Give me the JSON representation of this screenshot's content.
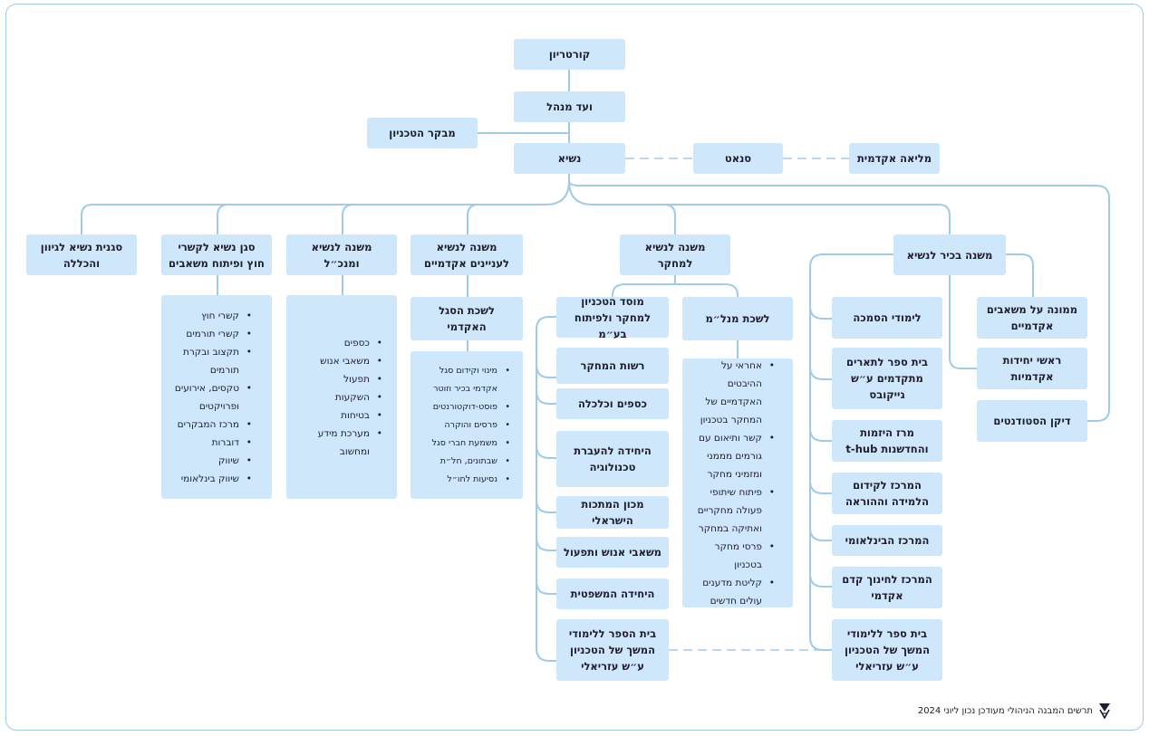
{
  "top": {
    "board": "קורטריון",
    "council": "ועד מנהל",
    "auditor": "מבקר הטכניון",
    "president": "נשיא",
    "senate": "סנאט",
    "plenum": "מליאה אקדמית"
  },
  "senior_vp": {
    "title": "משנה בכיר לנשיא",
    "side": [
      "ממונה על משאבים אקדמיים",
      "ראשי יחידות אקדמיות",
      "דיקן הסטודנטים"
    ],
    "units": [
      "לימודי הסמכה",
      "בית ספר לתארים מתקדמים ע״ש גייקובס",
      "מרז היזמות והחדשנות t-hub",
      "המרכז לקידום הלמידה וההוראה",
      "המרכז הבינלאומי",
      "המרכז לחינוך קדם אקדמי",
      "בית ספר ללימודי המשך של הטכניון ע״ש עזריאלי"
    ]
  },
  "vp_research": {
    "title": "משנה לנשיא למחקר",
    "office": "לשכת מנל״מ",
    "office_items": [
      "אחראי על ההיבטים האקדמיים של המחקר בטכניון",
      "קשר ותיאום עם גורמים מממני ומזמיני מחקר",
      "פיתוח שיתופי פעולה מחקריים ואתיקה במחקר",
      "פרסי מחקר בטכניון",
      "קליטת מדענים עולים חדשים"
    ],
    "foundation": "מוסד הטכניון למחקר ולפיתוח בע״מ",
    "foundation_units": [
      "רשות המחקר",
      "כספים וכלכלה",
      "היחידה להעברת טכנולוגיה",
      "מכון המתכות הישראלי",
      "משאבי אנוש ותפעול",
      "היחידה המשפטית",
      "בית הספר ללימודי המשך של הטכניון ע״ש עזריאלי"
    ]
  },
  "vp_academic": {
    "title": "משנה לנשיא לעניינים אקדמיים",
    "office": "לשכת הסגל האקדמי",
    "items": [
      "מינוי וקידום סגל אקדמי בכיר וזוטר",
      "פוסט-דוקטורנטים",
      "פרסים והוקרה",
      "משמעת חברי סגל",
      "שבתונים, חל״ת",
      "נסיעות לחו״ל"
    ]
  },
  "vp_admin": {
    "title": "משנה לנשיא ומנכ״ל",
    "items": [
      "כספים",
      "משאבי אנוש",
      "תפעול",
      "השקעות",
      "בטיחות",
      "מערכת מידע ומחשוב"
    ]
  },
  "deputy_external": {
    "title": "סגן נשיא לקשרי חוץ ופיתוח משאבים",
    "items": [
      "קשרי חוץ",
      "קשרי תורמים",
      "תקצוב ובקרת תורמים",
      "טקסים, אירועים ופרויקטים",
      "מרכז המבקרים",
      "דוברות",
      "שיווק",
      "שיווק בינלאומי"
    ]
  },
  "deputy_diversity": {
    "title": "סגנית נשיא לגיוון והכללה"
  },
  "footer": {
    "text": "תרשים המבנה הניהולי מעודכן נכון ליוני 2024"
  },
  "colors": {
    "box": "#cfe7fa",
    "line": "#9fcbea",
    "text": "#1e1e2e"
  }
}
